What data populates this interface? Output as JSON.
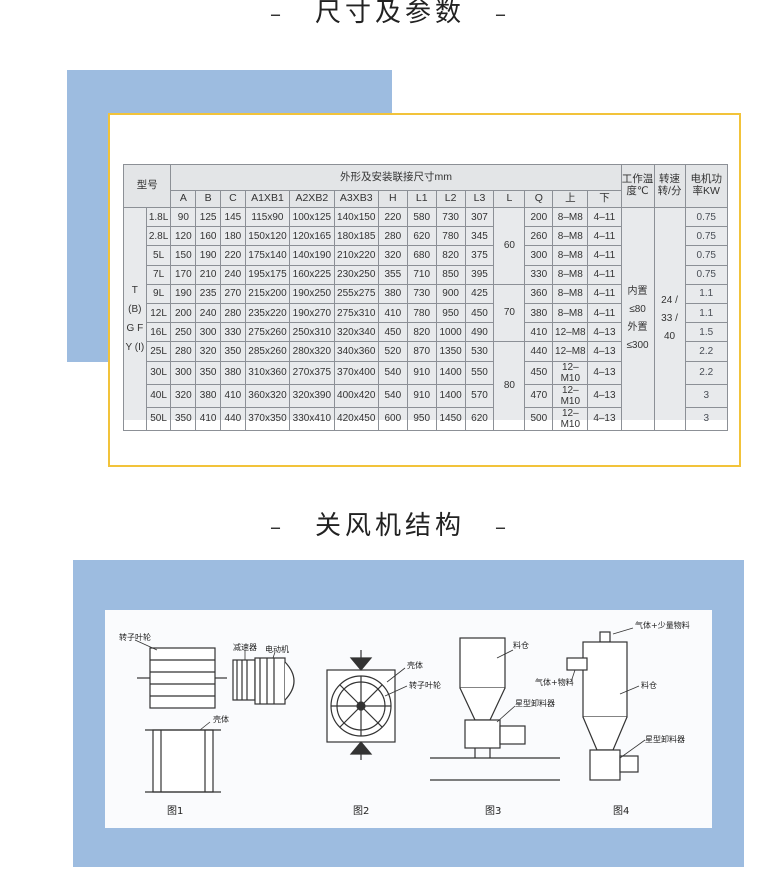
{
  "section1": {
    "title": "尺寸及参数",
    "dash": "–"
  },
  "section2": {
    "title": "关风机结构",
    "dash": "–"
  },
  "table": {
    "h_model": "型号",
    "h_dims": "外形及安装联接尺寸mm",
    "h_temp": "工作温度℃",
    "h_speed": "转速转/分",
    "h_power": "电机功率KW",
    "cols": [
      "A",
      "B",
      "C",
      "A1XB1",
      "A2XB2",
      "A3XB3",
      "H",
      "L1",
      "L2",
      "L3",
      "L",
      "Q",
      "上",
      "下"
    ],
    "series_letters": "T (B) G F Y (I)",
    "rows": [
      {
        "model": "1.8L",
        "A": "90",
        "B": "125",
        "C": "145",
        "A1": "115x90",
        "A2": "100x125",
        "A3": "140x150",
        "H": "220",
        "L1": "580",
        "L2": "730",
        "L3": "307",
        "Q": "200",
        "up": "8–M8",
        "down": "4–11",
        "kw": "0.75"
      },
      {
        "model": "2.8L",
        "A": "120",
        "B": "160",
        "C": "180",
        "A1": "150x120",
        "A2": "120x165",
        "A3": "180x185",
        "H": "280",
        "L1": "620",
        "L2": "780",
        "L3": "345",
        "Q": "260",
        "up": "8–M8",
        "down": "4–11",
        "kw": "0.75"
      },
      {
        "model": "5L",
        "A": "150",
        "B": "190",
        "C": "220",
        "A1": "175x140",
        "A2": "140x190",
        "A3": "210x220",
        "H": "320",
        "L1": "680",
        "L2": "820",
        "L3": "375",
        "Q": "300",
        "up": "8–M8",
        "down": "4–11",
        "kw": "0.75"
      },
      {
        "model": "7L",
        "A": "170",
        "B": "210",
        "C": "240",
        "A1": "195x175",
        "A2": "160x225",
        "A3": "230x250",
        "H": "355",
        "L1": "710",
        "L2": "850",
        "L3": "395",
        "Q": "330",
        "up": "8–M8",
        "down": "4–11",
        "kw": "0.75"
      },
      {
        "model": "9L",
        "A": "190",
        "B": "235",
        "C": "270",
        "A1": "215x200",
        "A2": "190x250",
        "A3": "255x275",
        "H": "380",
        "L1": "730",
        "L2": "900",
        "L3": "425",
        "Q": "360",
        "up": "8–M8",
        "down": "4–11",
        "kw": "1.1"
      },
      {
        "model": "12L",
        "A": "200",
        "B": "240",
        "C": "280",
        "A1": "235x220",
        "A2": "190x270",
        "A3": "275x310",
        "H": "410",
        "L1": "780",
        "L2": "950",
        "L3": "450",
        "Q": "380",
        "up": "8–M8",
        "down": "4–11",
        "kw": "1.1"
      },
      {
        "model": "16L",
        "A": "250",
        "B": "300",
        "C": "330",
        "A1": "275x260",
        "A2": "250x310",
        "A3": "320x340",
        "H": "450",
        "L1": "820",
        "L2": "1000",
        "L3": "490",
        "Q": "410",
        "up": "12–M8",
        "down": "4–13",
        "kw": "1.5"
      },
      {
        "model": "25L",
        "A": "280",
        "B": "320",
        "C": "350",
        "A1": "285x260",
        "A2": "280x320",
        "A3": "340x360",
        "H": "520",
        "L1": "870",
        "L2": "1350",
        "L3": "530",
        "Q": "440",
        "up": "12–M8",
        "down": "4–13",
        "kw": "2.2"
      },
      {
        "model": "30L",
        "A": "300",
        "B": "350",
        "C": "380",
        "A1": "310x360",
        "A2": "270x375",
        "A3": "370x400",
        "H": "540",
        "L1": "910",
        "L2": "1400",
        "L3": "550",
        "Q": "450",
        "up": "12–M10",
        "down": "4–13",
        "kw": "2.2"
      },
      {
        "model": "40L",
        "A": "320",
        "B": "380",
        "C": "410",
        "A1": "360x320",
        "A2": "320x390",
        "A3": "400x420",
        "H": "540",
        "L1": "910",
        "L2": "1400",
        "L3": "570",
        "Q": "470",
        "up": "12–M10",
        "down": "4–13",
        "kw": "3"
      },
      {
        "model": "50L",
        "A": "350",
        "B": "410",
        "C": "440",
        "A1": "370x350",
        "A2": "330x410",
        "A3": "420x450",
        "H": "600",
        "L1": "950",
        "L2": "1450",
        "L3": "620",
        "Q": "500",
        "up": "12–M10",
        "down": "4–13",
        "kw": "3"
      }
    ],
    "L_values": [
      "60",
      "70",
      "80"
    ],
    "temp_text": "内置 ≤80 外置 ≤300",
    "speed_text": "24 / 33 / 40"
  },
  "diagram": {
    "fig1_rotor": "转子叶轮",
    "fig1_reducer": "减速器",
    "fig1_motor": "电动机",
    "fig1_shell": "壳体",
    "fig2_shell": "壳体",
    "fig2_rotor": "转子叶轮",
    "fig3_bin": "料仓",
    "fig3_discharger": "星型卸料器",
    "fig4_gas": "气体+少量物料",
    "fig4_gas_mat": "气体+物料",
    "fig4_bin": "料仓",
    "fig4_discharger": "星型卸料器",
    "fig1": "图1",
    "fig2": "图2",
    "fig3": "图3",
    "fig4": "图4"
  }
}
